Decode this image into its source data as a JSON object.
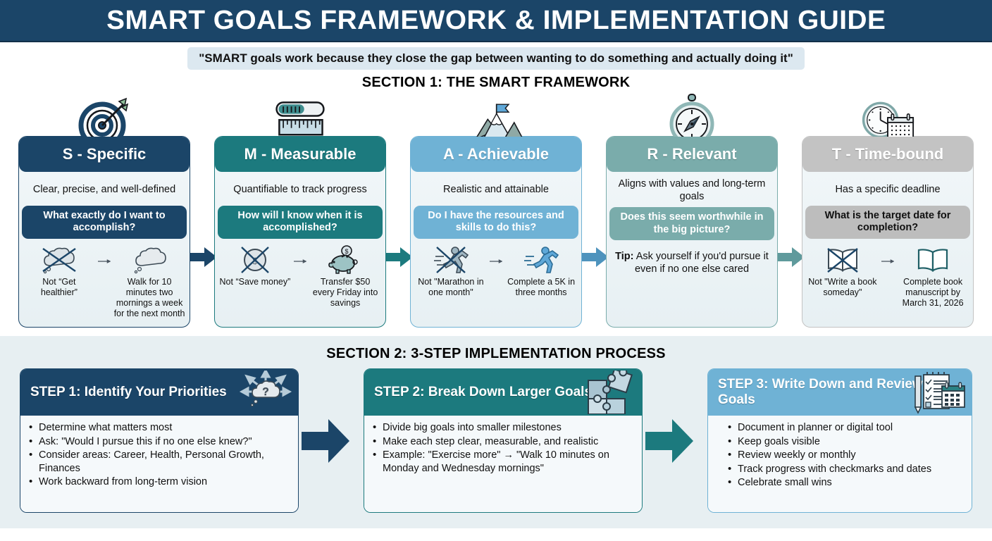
{
  "header": {
    "title": "SMART GOALS FRAMEWORK & IMPLEMENTATION GUIDE",
    "bar_color": "#1b4568"
  },
  "quote": {
    "text": "\"SMART goals work because they close the gap between wanting to do something and actually doing it\"",
    "bg_color": "#dce8f0"
  },
  "section1": {
    "heading": "SECTION 1: THE SMART FRAMEWORK",
    "cards": [
      {
        "icon": "target-icon",
        "letter_title": "S - Specific",
        "description": "Clear, precise, and well-defined",
        "question": "What exactly do I want to accomplish?",
        "bad_icon": "crossed-thought-cloud-icon",
        "bad_label": "Not “Get healthier”",
        "good_icon": "thought-cloud-icon",
        "good_label": "Walk for 10 minutes two mornings a week for the next month",
        "header_color": "#1b4568",
        "question_color": "#1b4568",
        "question_text_color": "#ffffff",
        "border_color": "#1b4568"
      },
      {
        "icon": "ruler-icon",
        "letter_title": "M - Measurable",
        "description": "Quantifiable to track progress",
        "question": "How will I know when it is accomplished?",
        "bad_icon": "crossed-coin-icon",
        "bad_label": "Not “Save money”",
        "good_icon": "piggy-bank-icon",
        "good_label": "Transfer $50 every Friday into savings",
        "header_color": "#1c7a7e",
        "question_color": "#1c7a7e",
        "question_text_color": "#ffffff",
        "border_color": "#1c7a7e"
      },
      {
        "icon": "mountain-flag-icon",
        "letter_title": "A - Achievable",
        "description": "Realistic and attainable",
        "question": "Do I have the resources and skills to do this?",
        "bad_icon": "crossed-runner-icon",
        "bad_label": "Not \"Marathon in one month\"",
        "good_icon": "runner-icon",
        "good_label": "Complete a 5K in three months",
        "header_color": "#6fb2d5",
        "question_color": "#6fb2d5",
        "question_text_color": "#ffffff",
        "border_color": "#6fb2d5"
      },
      {
        "icon": "compass-icon",
        "letter_title": "R - Relevant",
        "description": "Aligns with values and long-term goals",
        "question": "Does this seem worthwhile in the big picture?",
        "tip_label": "Tip:",
        "tip_text": " Ask yourself if you'd pursue it even if no one else cared",
        "header_color": "#7aacab",
        "question_color": "#7aacab",
        "question_text_color": "#ffffff",
        "border_color": "#7aacab"
      },
      {
        "icon": "clock-calendar-icon",
        "letter_title": "T - Time-bound",
        "description": "Has a specific deadline",
        "question": "What is the target date for completion?",
        "bad_icon": "crossed-book-icon",
        "bad_label": "Not \"Write a book someday\"",
        "good_icon": "open-book-icon",
        "good_label": "Complete book manuscript by March 31, 2026",
        "header_color": "#c3c3c3",
        "question_color": "#bdbdbd",
        "question_text_color": "#111111",
        "border_color": "#c3c3c3"
      }
    ],
    "flow_arrow_colors": [
      "#1b4568",
      "#1c7a7e",
      "#4e93bd",
      "#5f97b8",
      "#5f9a9c"
    ]
  },
  "section2": {
    "heading": "SECTION 2: 3-STEP IMPLEMENTATION PROCESS",
    "bg_color": "#e7eff2",
    "steps": [
      {
        "title": "STEP 1: Identify Your Priorities",
        "icon": "thinking-cloud-arrows-icon",
        "header_color": "#1b4568",
        "border_color": "#1b4568",
        "bullets": [
          "Determine what matters most",
          "Ask: \"Would I pursue this if no one else knew?\"",
          "Consider areas: Career, Health, Personal Growth, Finances",
          "Work backward from long-term vision"
        ]
      },
      {
        "title": "STEP 2: Break Down Larger Goals",
        "icon": "puzzle-pieces-icon",
        "header_color": "#1c7a7e",
        "border_color": "#1c7a7e",
        "bullets": [
          "Divide big goals into smaller milestones",
          "Make each step clear, measurable, and realistic",
          "Example: \"Exercise more\" → \"Walk 10 minutes on Monday and Wednesday mornings\""
        ]
      },
      {
        "title": "STEP 3: Write Down and Review Goals",
        "icon": "checklist-calendar-pencil-icon",
        "header_color": "#6fb2d5",
        "border_color": "#6fb2d5",
        "bullets": [
          "Document in planner or digital tool",
          "Keep goals visible",
          "Review weekly or monthly",
          "Track progress with checkmarks and dates",
          "Celebrate small wins"
        ]
      }
    ],
    "step_arrow_colors": [
      "#1b4568",
      "#1c7a7e"
    ]
  }
}
